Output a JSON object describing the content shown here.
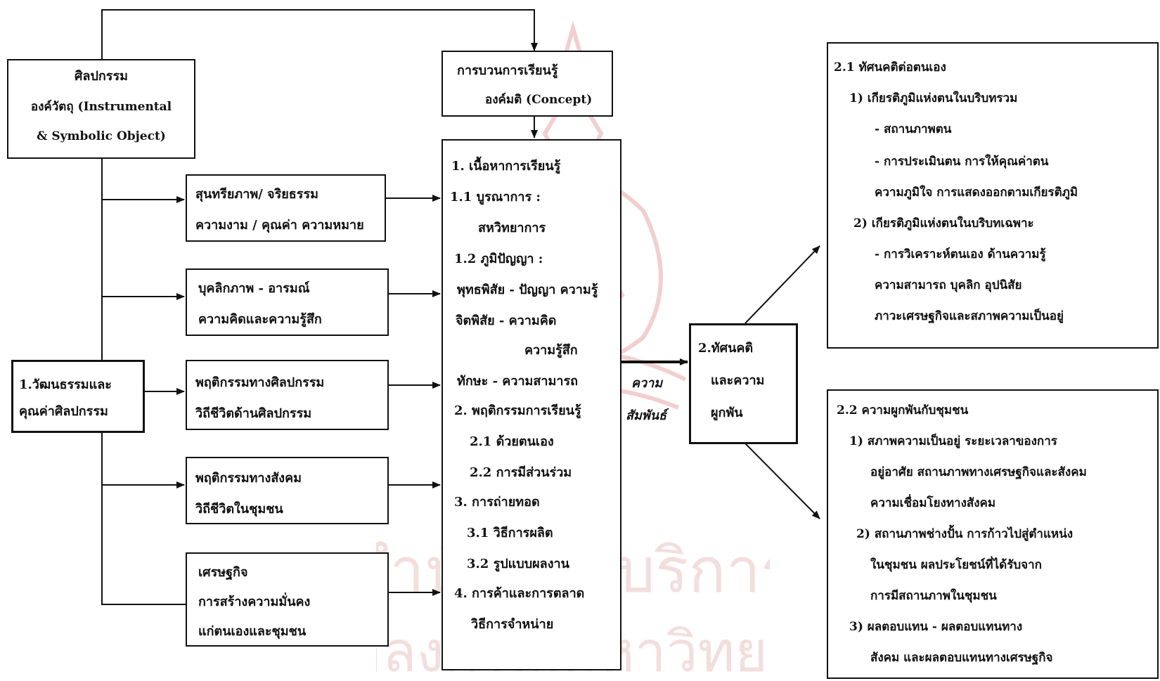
{
  "watermark": {
    "line1": "สำนักวิทยบริการ",
    "line2": "จุฬาลงกรณ์มหาวิทยาลัย"
  },
  "boxes": {
    "art_object": [
      "ศิลปกรรม",
      "องค์วัตถุ (Instrumental",
      "& Symbolic Object)"
    ],
    "culture_value": [
      "1.วัฒนธรรมและ",
      "คุณค่าศิลปกรรม"
    ],
    "aesthetics": [
      "สุนทรียภาพ/ จริยธรรม",
      "ความงาม / คุณค่า ความหมาย"
    ],
    "personality": [
      "บุคลิกภาพ - อารมณ์",
      "ความคิดและความรู้สึก"
    ],
    "art_behavior": [
      "พฤติกรรมทางศิลปกรรม",
      "วิถีชีวิตด้านศิลปกรรม"
    ],
    "social_behavior": [
      "พฤติกรรมทางสังคม",
      "วิถีชีวิตในชุมชน"
    ],
    "economics": [
      "เศรษฐกิจ",
      "การสร้างความมั่นคง",
      "แก่ตนเองและชุมชน"
    ],
    "learning_process": [
      "การบวนการเรียนรู้",
      "องค์มติ (Concept)"
    ],
    "learning_content": [
      "1. เนื้อหาการเรียนรู้",
      "1.1 บูรณาการ :",
      "สหวิทยาการ",
      "1.2 ภูมิปัญญา :",
      "พุทธพิสัย - ปัญญา ความรู้",
      "จิตพิสัย   - ความคิด",
      "ความรู้สึก",
      "ทักษะ    - ความสามารถ",
      "2. พฤติกรรมการเรียนรู้",
      "2.1 ด้วยตนเอง",
      "2.2 การมีส่วนร่วม",
      "3. การถ่ายทอด",
      "3.1 วิธีการผลิต",
      "3.2 รูปแบบผลงาน",
      "4. การค้าและการตลาด",
      "วิธีการจำหน่าย"
    ],
    "attitude_bond": [
      "2.ทัศนคติ",
      "และความ",
      "ผูกพัน"
    ],
    "self_attitude": [
      "2.1 ทัศนคติต่อตนเอง",
      "1) เกียรติภูมิแห่งตนในบริบทรวม",
      "- สถานภาพตน",
      "- การประเมินตน การให้คุณค่าตน",
      "ความภูมิใจ  การแสดงออกตามเกียรติภูมิ",
      "2) เกียรติภูมิแห่งตนในบริบทเฉพาะ",
      "- การวิเคราะห์ตนเอง  ด้านความรู้",
      "ความสามารถ   บุคลิก  อุปนิสัย",
      "ภาวะเศรษฐกิจและสภาพความเป็นอยู่"
    ],
    "community_bond": [
      "2.2 ความผูกพันกับชุมชน",
      "1) สภาพความเป็นอยู่ ระยะเวลาของการ",
      "อยู่อาศัย  สถานภาพทางเศรษฐกิจและสังคม",
      "ความเชื่อมโยงทางสังคม",
      "2) สถานภาพช่างปั้น  การก้าวไปสู่ตำแหน่ง",
      "ในชุมชน   ผลประโยชน์ที่ได้รับจาก",
      "การมีสถานภาพในชุมชน",
      "3)  ผลตอบแทน -  ผลตอบแทนทาง",
      "สังคม และผลตอบแทนทางเศรษฐกิจ"
    ]
  },
  "relation_label": [
    "ความ",
    "สัมพันธ์"
  ]
}
